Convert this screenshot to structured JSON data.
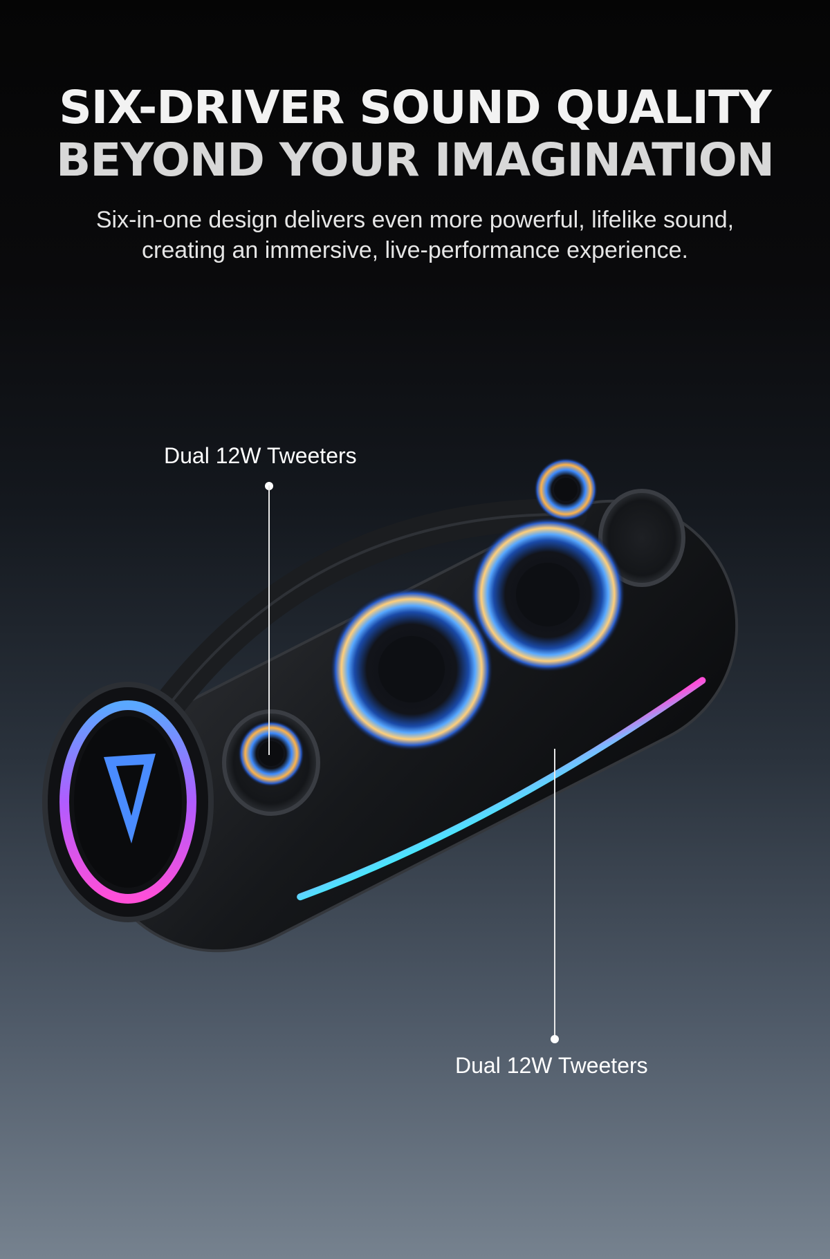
{
  "headline": {
    "line1": "SIX-DRIVER SOUND QUALITY",
    "line2": "BEYOND YOUR IMAGINATION"
  },
  "subhead": {
    "line1": "Six-in-one design delivers even more powerful, lifelike sound,",
    "line2": "creating an immersive, live-performance experience."
  },
  "callouts": {
    "top": "Dual 12W Tweeters",
    "bottom": "Dual 12W Tweeters"
  },
  "colors": {
    "ring_blue": "#3d8bff",
    "ring_gold": "#ffb347",
    "led_pink": "#ff4fd8",
    "led_cyan": "#3ff0ff"
  }
}
